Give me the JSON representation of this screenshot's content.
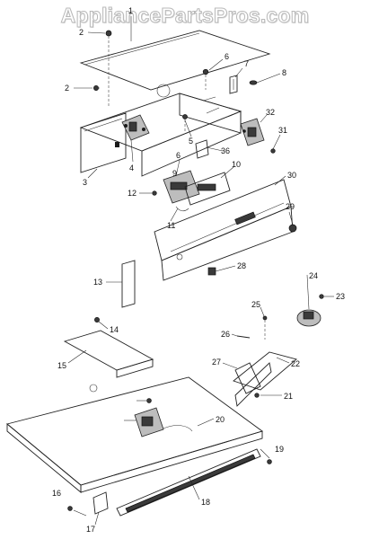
{
  "watermark": "AppliancePartsPros.com",
  "callouts": {
    "c1": "1",
    "c2a": "2",
    "c2b": "2",
    "c3": "3",
    "c4": "4",
    "c5": "5",
    "c6a": "6",
    "c6b": "6",
    "c7": "7",
    "c8": "8",
    "c9": "9",
    "c10": "10",
    "c11": "11",
    "c12": "12",
    "c13": "13",
    "c14": "14",
    "c15": "15",
    "c16": "16",
    "c17": "17",
    "c18": "18",
    "c19": "19",
    "c20": "20",
    "c21": "21",
    "c22": "22",
    "c23": "23",
    "c24": "24",
    "c25": "25",
    "c26": "26",
    "c27": "27",
    "c28": "28",
    "c29": "29",
    "c30": "30",
    "c31": "31",
    "c32": "32",
    "c36": "36"
  }
}
